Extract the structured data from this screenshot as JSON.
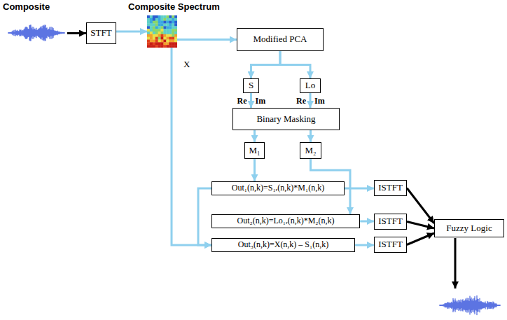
{
  "diagram": {
    "nodes": [
      {
        "text": [
          "Composite"
        ]
      },
      {
        "text": [
          "STFT"
        ]
      },
      {
        "text": [
          "Composite Spectrum"
        ]
      },
      {
        "text": [
          "Modified PCA"
        ]
      },
      {
        "text": [
          "S"
        ]
      },
      {
        "text": [
          "Lo"
        ]
      },
      {
        "text": [
          "Binary Masking"
        ]
      },
      {
        "text": [
          "M₁"
        ]
      },
      {
        "text": [
          "M₂"
        ]
      },
      {
        "text": [
          "Out₁(n,k)=S₁ᵣ(n,k)*M₁(n,k)"
        ]
      },
      {
        "text": [
          "ISTFT"
        ]
      },
      {
        "text": [
          "Out₂(n,k)=Lo₁ᵣ(n,k)*M₂(n,k)"
        ]
      },
      {
        "text": [
          "ISTFT"
        ]
      },
      {
        "text": [
          "Out₃(n,k)=X(n,k) – S₁(n,k)"
        ]
      },
      {
        "text": [
          "ISTFT"
        ]
      },
      {
        "text": [
          "Fuzzy Logic"
        ]
      }
    ],
    "edges": [
      {
        "from": 0,
        "to": 1,
        "arrow": "to"
      },
      {
        "from": 1,
        "to": 2,
        "arrow": "to"
      },
      {
        "from": 2,
        "to": 3,
        "label": "X",
        "arrow": "to"
      },
      {
        "from": 3,
        "to": 4,
        "arrow": "to"
      },
      {
        "from": 3,
        "to": 5,
        "arrow": "to"
      },
      {
        "from": 4,
        "to": 6,
        "arrow": "to"
      },
      {
        "from": 5,
        "to": 6,
        "arrow": "to"
      },
      {
        "from": 6,
        "to": 7,
        "arrow": "to"
      },
      {
        "from": 6,
        "to": 8,
        "arrow": "to"
      },
      {
        "from": 7,
        "to": 9,
        "arrow": "to"
      },
      {
        "from": 8,
        "to": 11,
        "arrow": "to"
      },
      {
        "from": 9,
        "to": 10,
        "arrow": "to"
      },
      {
        "from": 11,
        "to": 12,
        "arrow": "to"
      },
      {
        "from": 13,
        "to": 14,
        "arrow": "to"
      },
      {
        "from": 2,
        "to": 13,
        "arrow": "to"
      },
      {
        "from": 9,
        "to": 13,
        "arrow": "to"
      },
      {
        "from": 10,
        "to": 15,
        "arrow": "to"
      },
      {
        "from": 12,
        "to": 15,
        "arrow": "to"
      },
      {
        "from": 14,
        "to": 15,
        "arrow": "to"
      }
    ],
    "labels": [
      "Re",
      "Im",
      "Re",
      "Im"
    ]
  }
}
